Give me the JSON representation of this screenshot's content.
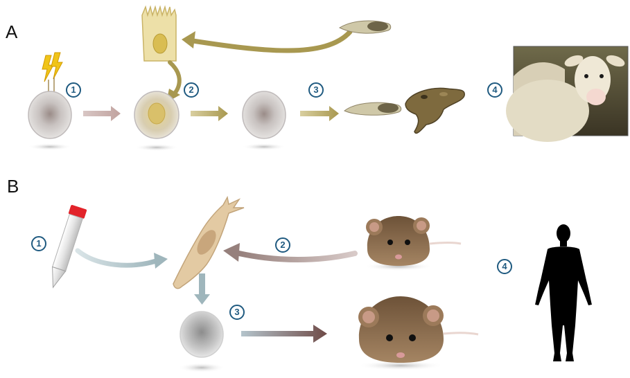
{
  "panels": [
    {
      "label": "A",
      "steps": [
        "1",
        "2",
        "3",
        "4"
      ]
    },
    {
      "label": "B",
      "steps": [
        "1",
        "2",
        "3",
        "4"
      ]
    }
  ],
  "colors": {
    "step_circle": "#1f5a80",
    "panel_a_arrow": "#a89850",
    "panel_a_pink_arrow": "#c4a8a6",
    "panel_b_blue_arrow": "#a9bec4",
    "panel_b_mauve_arrow": "#9a7f7c",
    "panel_b_brown_arrow": "#7a5a57",
    "cell_grey": "#cfcfcf",
    "nucleus_yellow": "#d8c27a",
    "mouse_fur": "#8a6a48",
    "human_silhouette": "#000000"
  },
  "icons": [
    "lightning-bolt-icon",
    "tadpole-icon",
    "frog-icon",
    "columnar-cell-icon",
    "sheep-photo",
    "test-tube-icon",
    "fibroblast-cell-icon",
    "mouse-icon",
    "human-silhouette-icon"
  ]
}
